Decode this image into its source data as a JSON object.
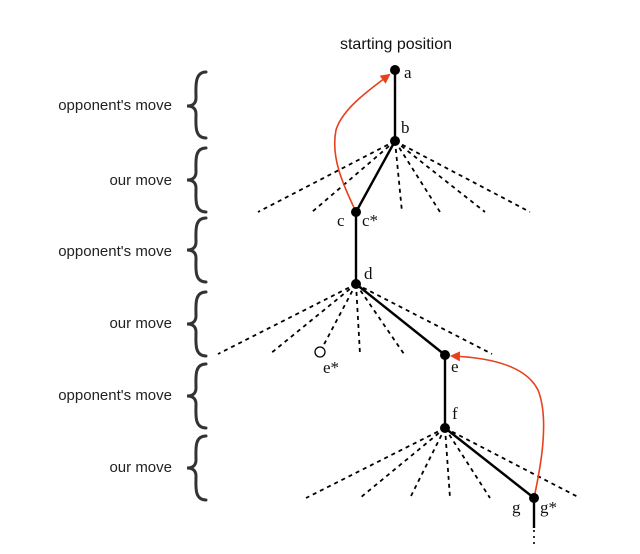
{
  "title": "starting position",
  "rows": [
    {
      "label": "opponent's move"
    },
    {
      "label": "our move"
    },
    {
      "label": "opponent's move"
    },
    {
      "label": "our move"
    },
    {
      "label": "opponent's move"
    },
    {
      "label": "our move"
    }
  ],
  "nodes": {
    "a": "a",
    "b": "b",
    "c": "c",
    "c_star": "c*",
    "d": "d",
    "e": "e",
    "e_star": "e*",
    "f": "f",
    "g": "g",
    "g_star": "g*"
  },
  "colors": {
    "edge": "#000000",
    "highlight_arrow": "#e8401c"
  }
}
